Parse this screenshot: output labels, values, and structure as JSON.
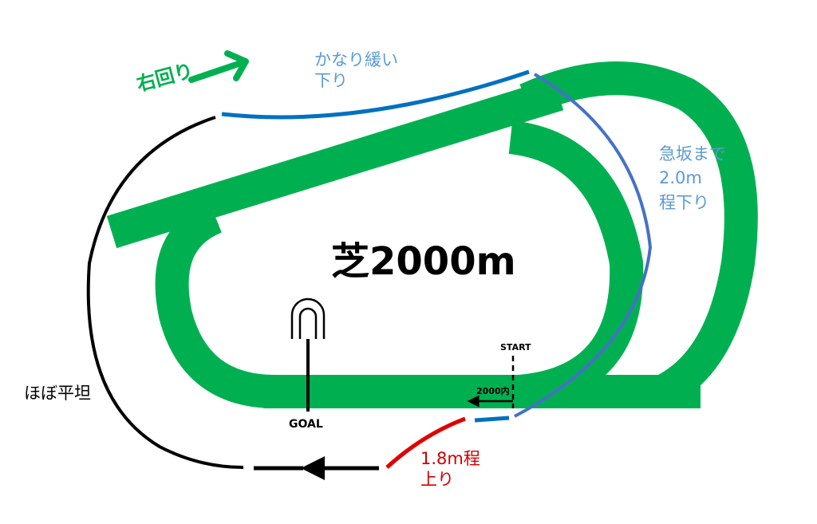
{
  "title": "芝2000m",
  "direction": {
    "label": "右回り"
  },
  "annotations": {
    "backstretch": "かなり緩い\n下り",
    "far_turn": "急坂まで\n2.0m\n程下り",
    "home_turn": "ほぼ平坦",
    "uphill": "1.8m程\n上り"
  },
  "markers": {
    "start": "START",
    "start_inner": "2000内",
    "goal": "GOAL"
  },
  "colors": {
    "track": "#00b050",
    "downhill_gentle": "#0070c0",
    "downhill": "#4472c4",
    "uphill": "#e00000",
    "flat": "#000000",
    "label_blue": "#5b9bd5"
  }
}
